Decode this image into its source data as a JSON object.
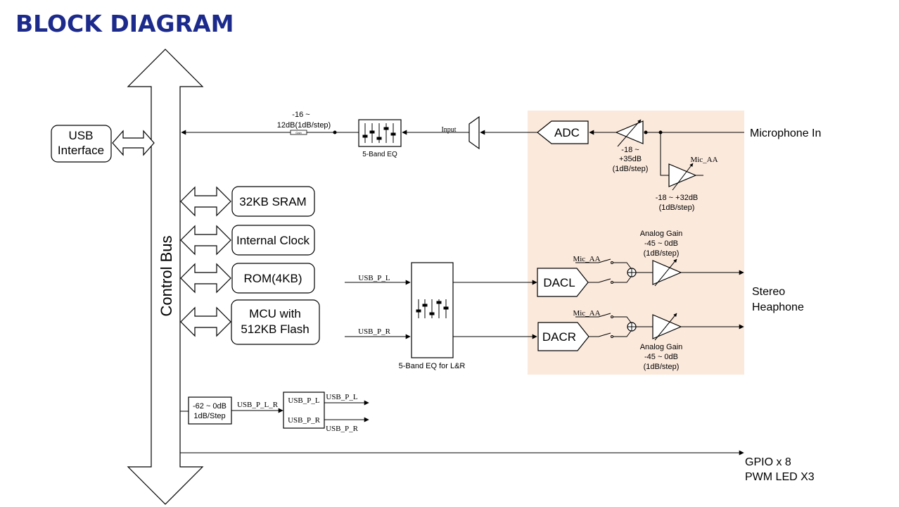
{
  "page_title": "BLOCK DIAGRAM",
  "bus": {
    "label": "Control Bus"
  },
  "usb_interface": {
    "line1": "USB",
    "line2": "Interface"
  },
  "memory_blocks": {
    "sram": "32KB SRAM",
    "clock": "Internal Clock",
    "rom": "ROM(4KB)",
    "mcu_line1": "MCU with",
    "mcu_line2": "512KB Flash"
  },
  "input_path": {
    "gain_line1": "-16 ~",
    "gain_line2": "12dB(1dB/step)",
    "gain_block": "Gain",
    "eq_label": "5-Band EQ",
    "input_label": "Input"
  },
  "analog_block": {
    "adc": "ADC",
    "mic_in": "Microphone In",
    "pga1_line1": "-18 ~",
    "pga1_line2": "+35dB",
    "pga1_line3": "(1dB/step)",
    "mic_aa": "Mic_AA",
    "pga2_line1": "-18 ~ +32dB",
    "pga2_line2": "(1dB/step)",
    "dacl": "DACL",
    "dacr": "DACR",
    "mic_aa_l": "Mic_AA",
    "mic_aa_r": "Mic_AA",
    "ag_top_line1": "Analog Gain",
    "ag_top_line2": "-45 ~ 0dB",
    "ag_top_line3": "(1dB/step)",
    "ag_bot_line1": "Analog Gain",
    "ag_bot_line2": "-45 ~ 0dB",
    "ag_bot_line3": "(1dB/step)"
  },
  "stereo_out": {
    "line1": "Stereo",
    "line2": "Heaphone"
  },
  "eq_lr": {
    "in_l": "USB_P_L",
    "in_r": "USB_P_R",
    "label": "5-Band EQ for L&R"
  },
  "usb_playback": {
    "vol_line1": "-62 ~ 0dB",
    "vol_line2": "1dB/Step",
    "lr_label": "USB_P_L_R",
    "split_l": "USB_P_L",
    "split_r": "USB_P_R",
    "out_l": "USB_P_L",
    "out_r": "USB_P_R"
  },
  "gpio": {
    "line1": "GPIO x 8",
    "line2": "PWM LED X3"
  },
  "colors": {
    "title": "#1c2a8c",
    "analog_bg": "#fbe9dc"
  }
}
